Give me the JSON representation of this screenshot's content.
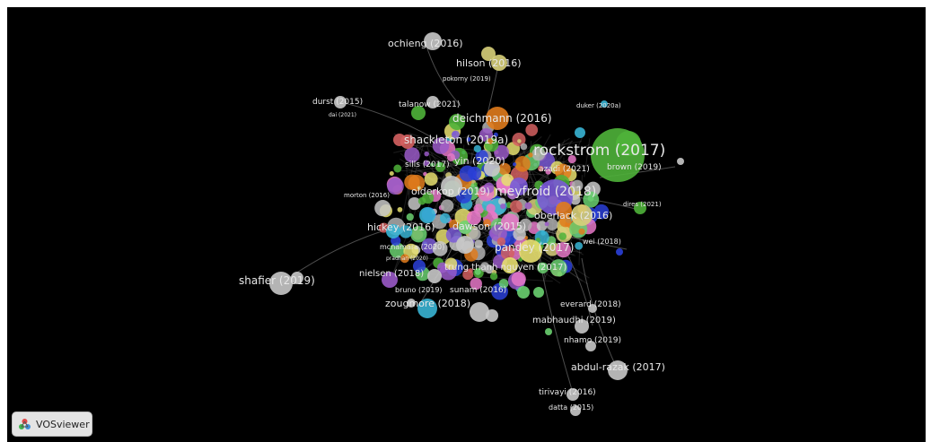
{
  "app": {
    "brand": "VOSviewer",
    "logo_icon": "vosviewer-logo-icon"
  },
  "network": {
    "labels": [
      "ochieng (2016)",
      "hilson (2016)",
      "pokorny (2019)",
      "durst (2015)",
      "dai (2021)",
      "talanow (2021)",
      "deichmann (2016)",
      "duker (2020a)",
      "shackleton (2019a)",
      "rockstrom (2017)",
      "sills (2017)",
      "yin (2020)",
      "azadi (2021)",
      "brown (2019)",
      "olderkop (2019)",
      "meyfroid (2018)",
      "morton (2016)",
      "dires (2021)",
      "oberlack (2016)",
      "hickey (2016)",
      "dawson (2015)",
      "wei (2018)",
      "mcnamara (2020)",
      "pandey (2017)",
      "pradhan (2020)",
      "nielsen (2018)",
      "trung thanh nguyen (2017)",
      "shafier (2019)",
      "bruno (2019)",
      "sunam (2016)",
      "zougmore (2018)",
      "everard (2018)",
      "mabhaudhi (2019)",
      "nhamo (2019)",
      "abdul-razak (2017)",
      "tirivayi (2016)",
      "datta (2015)"
    ],
    "cluster_colors": [
      "#4fb33a",
      "#d8d07a",
      "#e07b1c",
      "#38b4d4",
      "#7a5ad6",
      "#e678c8",
      "#c8c8c8",
      "#d46060",
      "#b0b0b0",
      "#2a3fd8",
      "#e8e070",
      "#9a5ac8",
      "#6ad070"
    ]
  }
}
